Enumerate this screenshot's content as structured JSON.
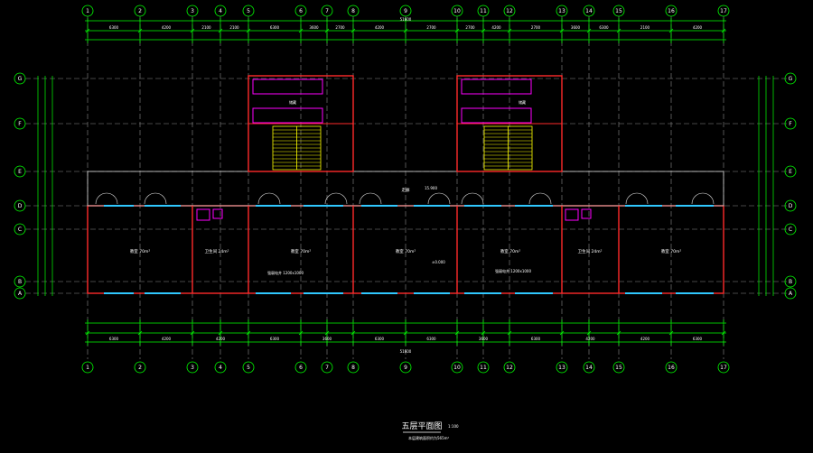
{
  "drawing": {
    "title": "五层平面图",
    "scale": "1:100",
    "note": "本层建筑面积约为565m²"
  },
  "colors": {
    "background": "#000000",
    "grid": "#00ff00",
    "axis_line": "#8c8c8c",
    "wall": "#ff2a2a",
    "window": "#30c8ff",
    "fixture": "#ff00ff",
    "stair": "#ffff00",
    "text": "#ffffff"
  },
  "axes": {
    "vertical": [
      "1",
      "2",
      "3",
      "4",
      "5",
      "6",
      "7",
      "8",
      "9",
      "10",
      "11",
      "12",
      "13",
      "14",
      "15",
      "16",
      "17"
    ],
    "horizontal": [
      "G",
      "F",
      "E",
      "D",
      "C",
      "B",
      "A"
    ]
  },
  "dimensions": {
    "top_total": "51600",
    "bottom_total": "51600",
    "top_segments": [
      "6300",
      "4200",
      "2100",
      "2100",
      "6300",
      "3600",
      "2700",
      "4200",
      "2700",
      "2700",
      "4200",
      "2700",
      "3600",
      "6300",
      "2100",
      "4200",
      "6300"
    ],
    "bottom_segments": [
      "6300",
      "4200",
      "4200",
      "6300",
      "3600",
      "6300",
      "6300",
      "3600",
      "6300",
      "4200",
      "4200",
      "6300"
    ]
  },
  "rooms": {
    "classroom_1": "教室 70m²",
    "toilet_left": "卫生间 24m²",
    "classroom_2": "教室 70m²",
    "classroom_3": "教室 70m²",
    "classroom_4": "教室 70m²",
    "toilet_right": "卫生间 24m²",
    "classroom_5": "教室 70m²",
    "corridor": "走廊",
    "elev_marker": "±0.000",
    "level_marker": "15.900",
    "electrical_note_left": "强弱电井 1200x1000",
    "electrical_note_right": "强弱电井 1200x1000",
    "storage_left": "储藏",
    "storage_right": "储藏"
  }
}
